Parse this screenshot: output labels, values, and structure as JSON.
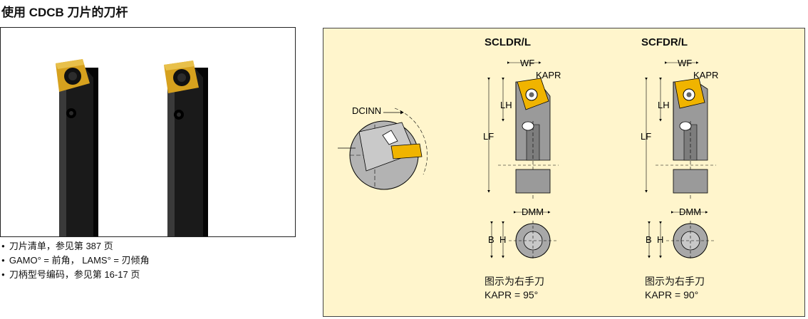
{
  "header": {
    "title": "使用 CDCB 刀片的刀杆"
  },
  "bullets": [
    "刀片清单，参见第 387 页",
    "GAMO° = 前角， LAMS° = 刃倾角",
    "刀柄型号编码，参见第 16-17 页"
  ],
  "diagram": {
    "dcinn_label": "DCINN",
    "tools": [
      {
        "name": "SCLDR/L",
        "caption_line1": "图示为右手刀",
        "caption_line2": "KAPR = 95°"
      },
      {
        "name": "SCFDR/L",
        "caption_line1": "图示为右手刀",
        "caption_line2": "KAPR = 90°"
      }
    ],
    "dims": {
      "wf": "WF",
      "kapr": "KAPR",
      "lh": "LH",
      "lf": "LF",
      "dmm": "DMM",
      "b": "B",
      "h": "H"
    }
  },
  "colors": {
    "insert_yellow": "#f0b400",
    "panel_bg": "#fff5cc",
    "steel_gray": "#9a9a9a"
  }
}
